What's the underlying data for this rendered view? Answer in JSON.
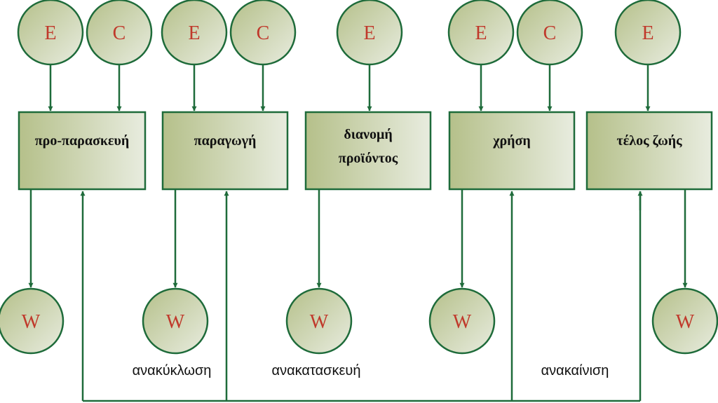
{
  "colors": {
    "line": "#1e6b3a",
    "node_text": "#c0392b",
    "fill_start": "#b5c08a",
    "fill_end": "#e8ecdf"
  },
  "stages": [
    {
      "label_lines": [
        "προ-παρασκευή"
      ],
      "inputs": [
        "E",
        "C"
      ],
      "output": "W"
    },
    {
      "label_lines": [
        "παραγωγή"
      ],
      "inputs": [
        "E",
        "C"
      ],
      "output": "W"
    },
    {
      "label_lines": [
        "διανομή",
        "προϊόντος"
      ],
      "inputs": [
        "E"
      ],
      "output": "W"
    },
    {
      "label_lines": [
        "χρήση"
      ],
      "inputs": [
        "E",
        "C"
      ],
      "output": "W"
    },
    {
      "label_lines": [
        "τέλος ζωής"
      ],
      "inputs": [
        "E"
      ],
      "output": "W"
    }
  ],
  "loops": {
    "recycling": "ανακύκλωση",
    "remanufacturing": "ανακατασκευή",
    "renovation": "ανακαίνιση"
  }
}
